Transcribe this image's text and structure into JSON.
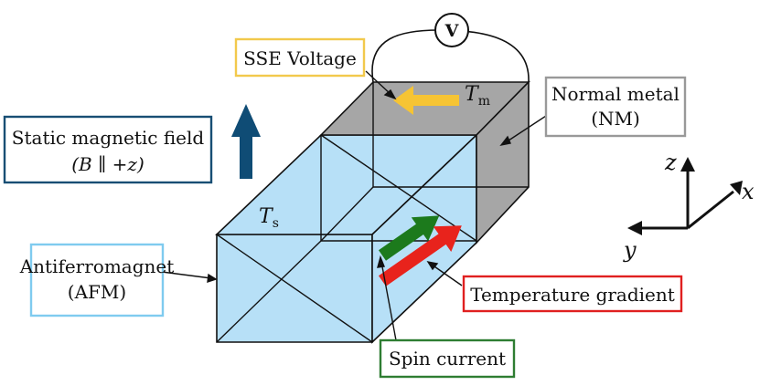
{
  "labels": {
    "sse_voltage": "SSE Voltage",
    "normal_metal_line1": "Normal metal",
    "normal_metal_line2": "(NM)",
    "static_field_line1": "Static magnetic field",
    "static_field_line2": "(B ∥ +z)",
    "afm_line1": "Antiferromagnet",
    "afm_line2": "(AFM)",
    "temperature_gradient": "Temperature gradient",
    "spin_current": "Spin current",
    "voltmeter": "V",
    "t_m": "T",
    "t_m_sub": "m",
    "t_s": "T",
    "t_s_sub": "s",
    "axis_z": "z",
    "axis_x": "x",
    "axis_y": "y"
  },
  "colors": {
    "afm_fill": "#b7e0f7",
    "nm_fill": "#a6a6a6",
    "sse_arrow": "#f6c434",
    "field_arrow": "#0f4c75",
    "spin_arrow": "#1c7a1c",
    "temp_arrow": "#e8231c",
    "sse_box": "#f2c94c",
    "nm_box": "#999999",
    "field_box": "#184e74",
    "afm_box": "#7fcbef",
    "temp_box": "#e02020",
    "spin_box": "#2e7d32"
  },
  "icons": {
    "voltmeter": "voltmeter-circle-icon",
    "field": "up-arrow-icon"
  }
}
